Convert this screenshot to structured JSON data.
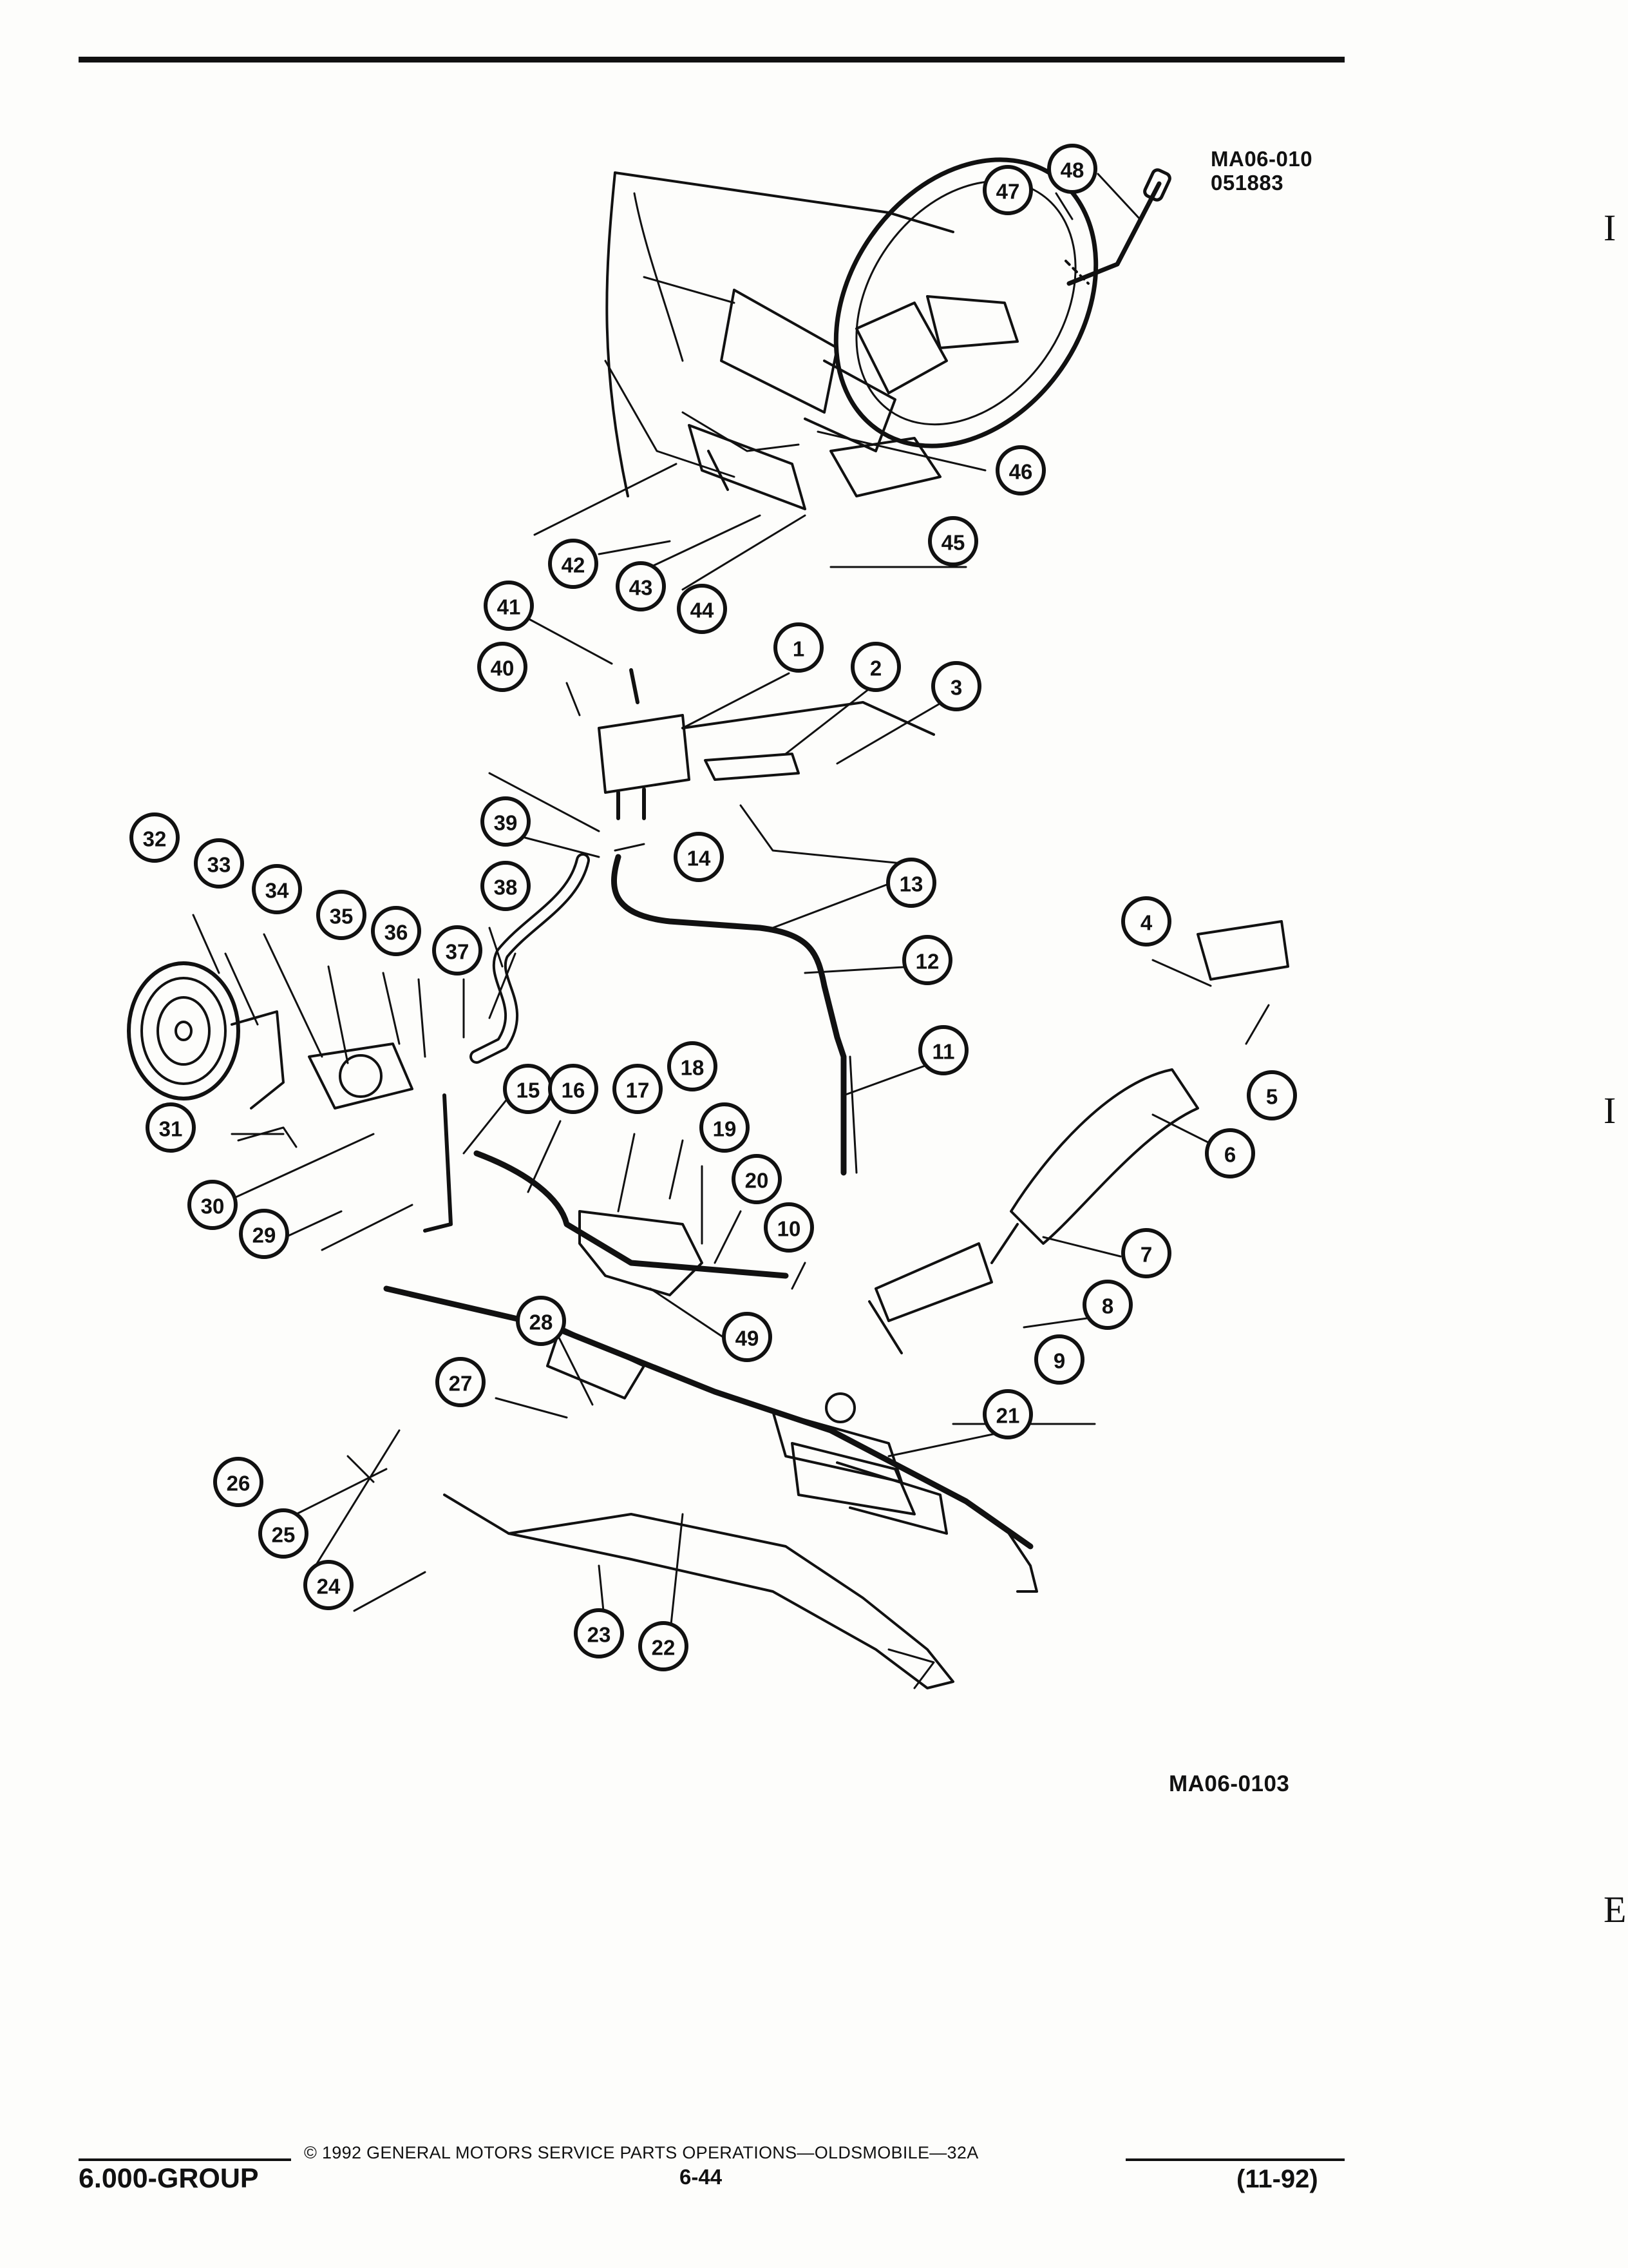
{
  "figure": {
    "ref_code_top": [
      "MA06-010",
      "051883"
    ],
    "ref_code_bottom": "MA06-0103"
  },
  "callouts": [
    "1",
    "2",
    "3",
    "4",
    "5",
    "6",
    "7",
    "8",
    "9",
    "10",
    "11",
    "12",
    "13",
    "14",
    "15",
    "16",
    "17",
    "18",
    "19",
    "20",
    "21",
    "22",
    "23",
    "24",
    "25",
    "26",
    "27",
    "28",
    "29",
    "30",
    "31",
    "32",
    "33",
    "34",
    "35",
    "36",
    "37",
    "38",
    "39",
    "40",
    "41",
    "42",
    "43",
    "44",
    "45",
    "46",
    "47",
    "48",
    "49"
  ],
  "footer": {
    "group": "6.000-GROUP",
    "copyright": "© 1992 GENERAL MOTORS SERVICE PARTS OPERATIONS—OLDSMOBILE—32A",
    "page": "6-44",
    "date": "(11-92)"
  },
  "edge_marks": [
    "I",
    "I",
    "E"
  ]
}
